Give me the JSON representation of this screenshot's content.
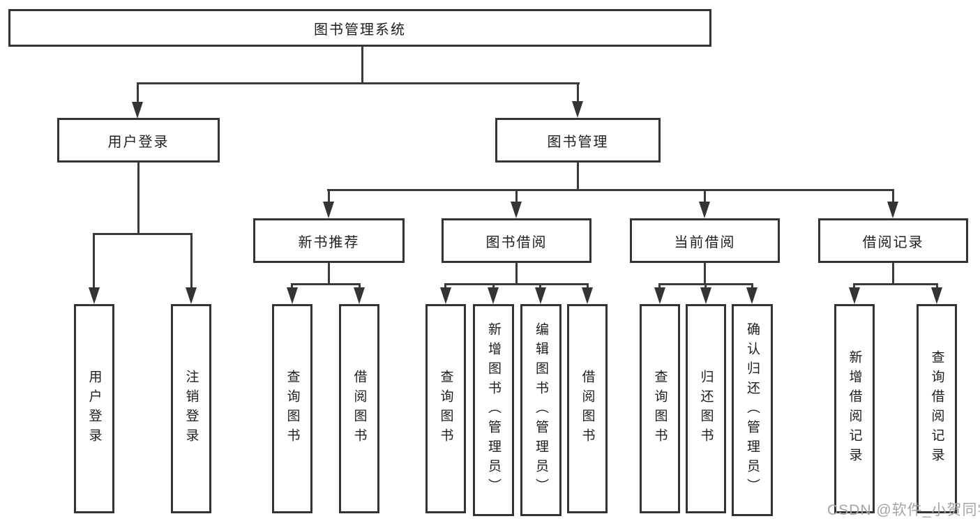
{
  "nodes": {
    "root": {
      "label": "图书管理系统"
    },
    "user_login": {
      "label": "用户登录"
    },
    "book_mgmt": {
      "label": "图书管理"
    },
    "new_book_rec": {
      "label": "新书推荐"
    },
    "book_borrow": {
      "label": "图书借阅"
    },
    "current_borrow": {
      "label": "当前借阅"
    },
    "borrow_records": {
      "label": "借阅记录"
    },
    "leaf_user_login": {
      "label": "用户登录"
    },
    "leaf_logout": {
      "label": "注销登录"
    },
    "leaf_query_book_rec": {
      "label": "查询图书"
    },
    "leaf_borrow_book_rec": {
      "label": "借阅图书"
    },
    "leaf_query_book_borrow": {
      "label": "查询图书"
    },
    "leaf_add_book_admin": {
      "label": "新增图书（管理员）"
    },
    "leaf_edit_book_admin": {
      "label": "编辑图书（管理员）"
    },
    "leaf_borrow_book_borrow": {
      "label": "借阅图书"
    },
    "leaf_query_book_current": {
      "label": "查询图书"
    },
    "leaf_return_book": {
      "label": "归还图书"
    },
    "leaf_confirm_return_admin": {
      "label": "确认归还（管理员）"
    },
    "leaf_add_borrow_record": {
      "label": "新增借阅记录"
    },
    "leaf_query_borrow_record": {
      "label": "查询借阅记录"
    }
  },
  "watermark": {
    "text": "CSDN @软件_小贺同学"
  },
  "colors": {
    "line": "#3a3a3a",
    "border": "#343434",
    "text": "#1e1e1e",
    "watermark": "#a9a3a3",
    "background": "#ffffff"
  }
}
